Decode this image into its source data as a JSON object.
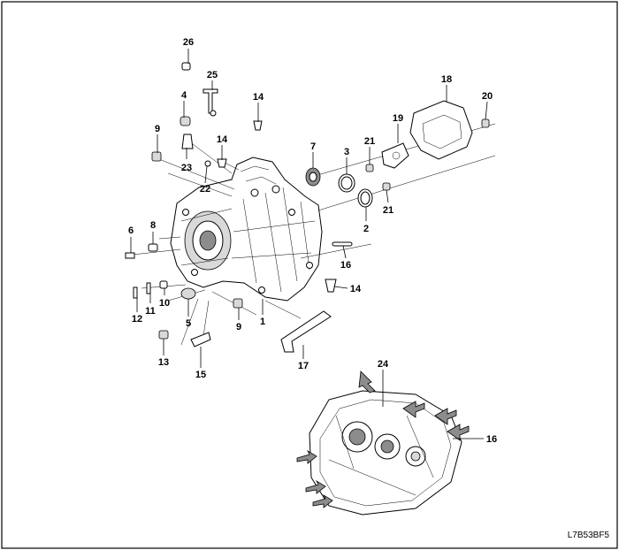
{
  "figure": {
    "code": "L7B53BF5"
  },
  "callouts": [
    {
      "id": "c26",
      "label": "26"
    },
    {
      "id": "c25",
      "label": "25"
    },
    {
      "id": "c4",
      "label": "4"
    },
    {
      "id": "c14a",
      "label": "14"
    },
    {
      "id": "c9a",
      "label": "9"
    },
    {
      "id": "c14b",
      "label": "14"
    },
    {
      "id": "c23",
      "label": "23"
    },
    {
      "id": "c22",
      "label": "22"
    },
    {
      "id": "c7",
      "label": "7"
    },
    {
      "id": "c3",
      "label": "3"
    },
    {
      "id": "c21a",
      "label": "21"
    },
    {
      "id": "c19",
      "label": "19"
    },
    {
      "id": "c18",
      "label": "18"
    },
    {
      "id": "c20",
      "label": "20"
    },
    {
      "id": "c21b",
      "label": "21"
    },
    {
      "id": "c2",
      "label": "2"
    },
    {
      "id": "c6",
      "label": "6"
    },
    {
      "id": "c8",
      "label": "8"
    },
    {
      "id": "c16a",
      "label": "16"
    },
    {
      "id": "c14c",
      "label": "14"
    },
    {
      "id": "c10",
      "label": "10"
    },
    {
      "id": "c11",
      "label": "11"
    },
    {
      "id": "c12",
      "label": "12"
    },
    {
      "id": "c5",
      "label": "5"
    },
    {
      "id": "c9b",
      "label": "9"
    },
    {
      "id": "c1",
      "label": "1"
    },
    {
      "id": "c13",
      "label": "13"
    },
    {
      "id": "c15",
      "label": "15"
    },
    {
      "id": "c17",
      "label": "17"
    },
    {
      "id": "c24",
      "label": "24"
    },
    {
      "id": "c16b",
      "label": "16"
    }
  ]
}
